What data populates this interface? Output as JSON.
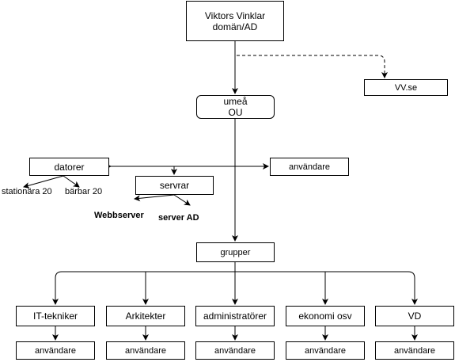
{
  "nodes": {
    "root": [
      "Viktors Vinklar",
      "domän/AD"
    ],
    "vvse": "VV.se",
    "umea": [
      "umeå",
      "OU"
    ],
    "datorer": "datorer",
    "servrar": "servrar",
    "anvandare_top": "användare",
    "grupper": "grupper",
    "stationara": "stationära 20",
    "barbar": "bärbar 20",
    "webbserver": "Webbserver",
    "serverad": "server AD"
  },
  "groups": [
    {
      "name": "IT-tekniker",
      "users": "användare"
    },
    {
      "name": "Arkitekter",
      "users": "användare"
    },
    {
      "name": "administratörer",
      "users": "användare"
    },
    {
      "name": "ekonomi osv",
      "users": "användare"
    },
    {
      "name": "VD",
      "users": "användare"
    }
  ]
}
